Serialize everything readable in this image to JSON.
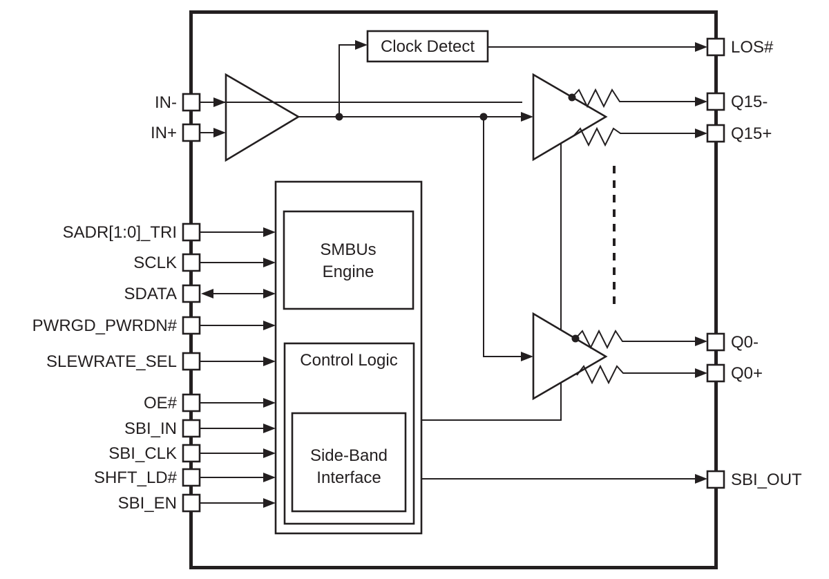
{
  "colors": {
    "line": "#231f20",
    "background": "#ffffff"
  },
  "blocks": {
    "clock_detect": {
      "label": "Clock Detect"
    },
    "smbus_engine": {
      "line1": "SMBUs",
      "line2": "Engine"
    },
    "control_logic": {
      "label": "Control Logic"
    },
    "sideband_interface": {
      "line1": "Side-Band",
      "line2": "Interface"
    }
  },
  "pins": {
    "left": [
      {
        "label": "IN-",
        "direction": "input"
      },
      {
        "label": "IN+",
        "direction": "input"
      },
      {
        "label": "SADR[1:0]_TRI",
        "direction": "input"
      },
      {
        "label": "SCLK",
        "direction": "input"
      },
      {
        "label": "SDATA",
        "direction": "bidirectional"
      },
      {
        "label": "PWRGD_PWRDN#",
        "direction": "input"
      },
      {
        "label": "SLEWRATE_SEL",
        "direction": "input"
      },
      {
        "label": "OE#",
        "direction": "input"
      },
      {
        "label": "SBI_IN",
        "direction": "input"
      },
      {
        "label": "SBI_CLK",
        "direction": "input"
      },
      {
        "label": "SHFT_LD#",
        "direction": "input"
      },
      {
        "label": "SBI_EN",
        "direction": "input"
      }
    ],
    "right": [
      {
        "label": "LOS#",
        "direction": "output"
      },
      {
        "label": "Q15-",
        "direction": "output"
      },
      {
        "label": "Q15+",
        "direction": "output"
      },
      {
        "label": "Q0-",
        "direction": "output"
      },
      {
        "label": "Q0+",
        "direction": "output"
      },
      {
        "label": "SBI_OUT",
        "direction": "output"
      }
    ]
  }
}
